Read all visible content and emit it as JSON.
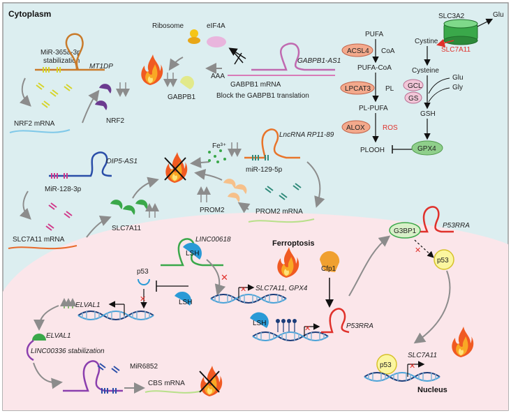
{
  "colors": {
    "cytoplasm_bg": "#dceef0",
    "nucleus_bg": "#fbe6ea",
    "border": "#999999",
    "arrow": "#8c8c8c",
    "red": "#e0312b",
    "orange_node": "#f3a98c",
    "pink_node": "#f2c6d8",
    "green_node": "#8fcf8b",
    "lsh_blue": "#2a9ad6",
    "nrf2_purple": "#6b3a8f",
    "slc7a11_green": "#3aa84a",
    "prom2_orange": "#f6c08a",
    "yellow": "#f0e060"
  },
  "regions": {
    "cytoplasm": "Cytoplasm",
    "nucleus": "Nucleus",
    "ferroptosis": "Ferroptosis"
  },
  "top_left": {
    "mir365": "MiR-365a-3p",
    "stabilization": "stabilization",
    "mt1dp": "MT1DP",
    "nrf2_mrna": "NRF2 mRNA",
    "nrf2": "NRF2",
    "ribosome": "Ribosome",
    "eif4a": "eIF4A",
    "gabpb1": "GABPB1",
    "aaa": "AAA",
    "gabpb1_mrna": "GABPB1 mRNA",
    "block": "Block the GABPB1 translation",
    "gabpb1_as1": "GABPB1-AS1"
  },
  "pathway": {
    "pufa": "PUFA",
    "acsl4": "ACSL4",
    "coa": "CoA",
    "pufa_coa": "PUFA-CoA",
    "lpcat3": "LPCAT3",
    "pl": "PL",
    "pl_pufa": "PL-PUFA",
    "alox": "ALOX",
    "ros": "ROS",
    "plooh": "PLOOH",
    "gpx4": "GPX4",
    "gsh": "GSH",
    "gcl": "GCL",
    "gs": "GS",
    "glu": "Glu",
    "gly": "Gly",
    "cystine": "Cystine",
    "cysteine": "Cysteine",
    "slc3a2": "SLC3A2",
    "glu_out": "Glu",
    "slc7a11": "SLC7A11"
  },
  "middle": {
    "oip5": "OIP5-AS1",
    "mir128": "MiR-128-3p",
    "slc7a11_mrna": "SLC7A11 mRNA",
    "slc7a11": "SLC7A11",
    "fe": "Fe³⁺",
    "rp11": "LncRNA RP11-89",
    "mir129": "miR-129-5p",
    "prom2": "PROM2",
    "prom2_mrna": "PROM2 mRNA"
  },
  "nucleus": {
    "linc00618": "LINC00618",
    "lsh": "LSH",
    "targets": "SLC7A11, GPX4",
    "p53": "p53",
    "elval1_gene": "ELVAL1",
    "elval1": "ELVAL1",
    "linc00336": "LINC00336 stabilization",
    "mir6852": "MiR6852",
    "cbs": "CBS mRNA",
    "g3bp1": "G3BP1",
    "p53rra": "P53RRA",
    "cfp1": "Cfp1",
    "p53rra_gene": "P53RRA",
    "p53_right": "p53",
    "p53_bottom": "p53",
    "slc7a11_gene": "SLC7A11"
  }
}
